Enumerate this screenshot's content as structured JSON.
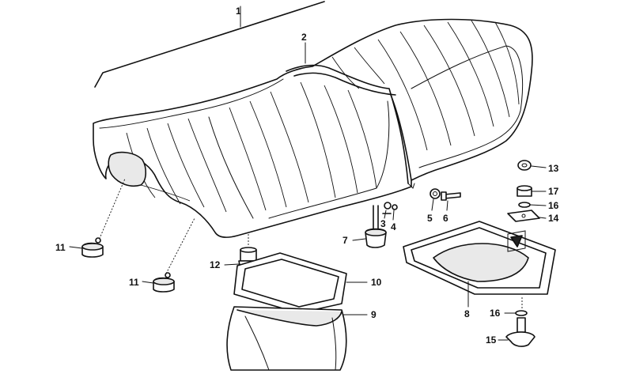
{
  "callouts": [
    {
      "id": "1",
      "text": "1"
    },
    {
      "id": "2",
      "text": "2"
    },
    {
      "id": "3",
      "text": "3"
    },
    {
      "id": "4",
      "text": "4"
    },
    {
      "id": "5",
      "text": "5"
    },
    {
      "id": "6",
      "text": "6"
    },
    {
      "id": "7",
      "text": "7"
    },
    {
      "id": "8",
      "text": "8"
    },
    {
      "id": "9",
      "text": "9"
    },
    {
      "id": "10",
      "text": "10"
    },
    {
      "id": "11a",
      "text": "11"
    },
    {
      "id": "11b",
      "text": "11"
    },
    {
      "id": "12",
      "text": "12"
    },
    {
      "id": "13",
      "text": "13"
    },
    {
      "id": "14",
      "text": "14"
    },
    {
      "id": "15",
      "text": "15"
    },
    {
      "id": "16a",
      "text": "16"
    },
    {
      "id": "16b",
      "text": "16"
    },
    {
      "id": "17",
      "text": "17"
    }
  ]
}
